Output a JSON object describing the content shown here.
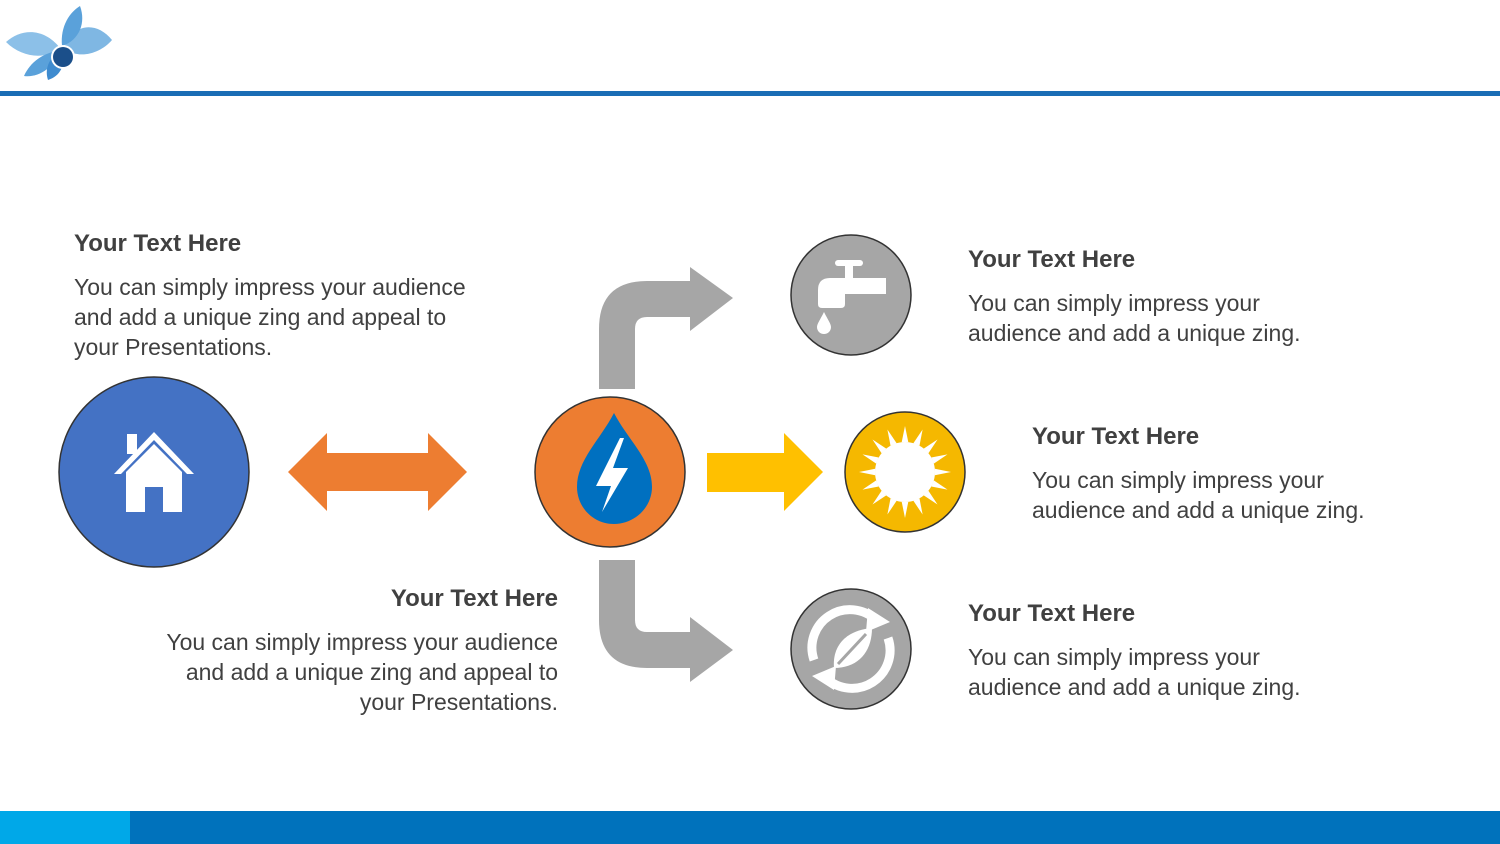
{
  "blocks": {
    "top_left": {
      "title": "Your Text Here",
      "lines": [
        "You can simply impress your audience",
        "and add a unique zing and appeal to",
        "your Presentations."
      ]
    },
    "bottom_left": {
      "title": "Your Text Here",
      "lines": [
        "You can simply impress your audience",
        "and add a unique zing and appeal to",
        "your Presentations."
      ]
    },
    "right_1": {
      "title": "Your Text Here",
      "lines": [
        "You can simply impress your",
        "audience and add a unique zing."
      ]
    },
    "right_2": {
      "title": "Your Text Here",
      "lines": [
        "You can simply impress your",
        "audience and add a unique zing."
      ]
    },
    "right_3": {
      "title": "Your Text Here",
      "lines": [
        "You can simply impress your",
        "audience and add a unique zing."
      ]
    }
  },
  "icons": {
    "logo": "lotus-eye-logo",
    "home": "home-icon",
    "energy": "water-drop-lightning-icon",
    "tap": "water-tap-icon",
    "sun": "sun-icon",
    "recycle": "recycle-leaf-icon"
  },
  "colors": {
    "header_rule": "#1a6db5",
    "footer_light": "#00a8e8",
    "footer_dark": "#0072bc",
    "home_circle": "#4472c4",
    "energy_circle": "#ed7d31",
    "drop": "#0070c0",
    "sun_circle": "#f5b800",
    "yellow_arrow": "#ffc000",
    "orange_arrow": "#ed7d31",
    "gray": "#a6a6a6"
  }
}
